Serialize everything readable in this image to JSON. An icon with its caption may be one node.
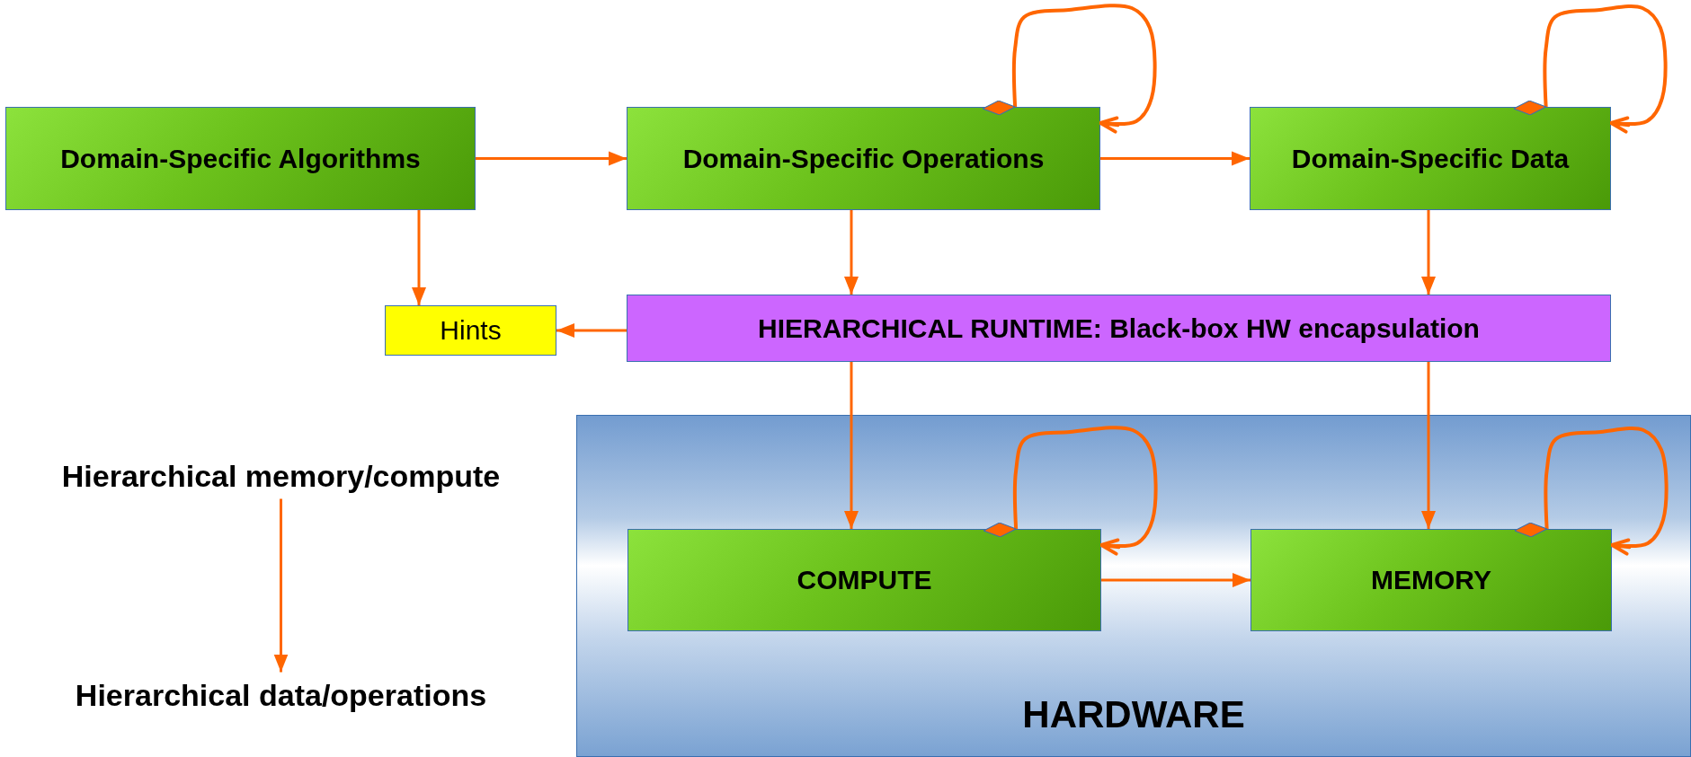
{
  "diagram": {
    "nodes": [
      {
        "text": [
          "Domain-Specific Algorithms"
        ]
      },
      {
        "text": [
          "Domain-Specific Operations"
        ]
      },
      {
        "text": [
          "Domain-Specific Data"
        ]
      },
      {
        "text": [
          "Hints"
        ]
      },
      {
        "text": [
          "HIERARCHICAL RUNTIME: Black-box HW encapsulation"
        ]
      },
      {
        "text": [
          "HARDWARE"
        ]
      },
      {
        "text": [
          "COMPUTE"
        ],
        "in": 5
      },
      {
        "text": [
          "MEMORY"
        ],
        "in": 5
      },
      {
        "text": [
          "Hierarchical memory/compute"
        ]
      },
      {
        "text": [
          "Hierarchical data/operations"
        ]
      }
    ],
    "edges": [
      {
        "from": 0,
        "to": 1,
        "arrow": "to"
      },
      {
        "from": 1,
        "to": 2,
        "arrow": "to"
      },
      {
        "from": 0,
        "to": 3,
        "arrow": "to"
      },
      {
        "from": 1,
        "to": 4,
        "arrow": "to"
      },
      {
        "from": 2,
        "to": 4,
        "arrow": "to"
      },
      {
        "from": 4,
        "to": 3,
        "arrow": "to"
      },
      {
        "from": 4,
        "to": 6,
        "arrow": "to"
      },
      {
        "from": 4,
        "to": 7,
        "arrow": "to"
      },
      {
        "from": 6,
        "to": 7,
        "arrow": "to"
      },
      {
        "from": 1,
        "to": 1,
        "arrow": "to"
      },
      {
        "from": 2,
        "to": 2,
        "arrow": "to"
      },
      {
        "from": 6,
        "to": 6,
        "arrow": "to"
      },
      {
        "from": 7,
        "to": 7,
        "arrow": "to"
      },
      {
        "from": 8,
        "to": 9,
        "arrow": "to"
      }
    ]
  }
}
